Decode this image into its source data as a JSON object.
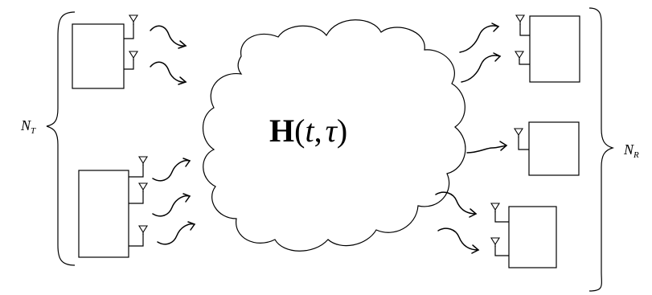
{
  "labels": {
    "transmit_count": {
      "base": "N",
      "sub": "T"
    },
    "receive_count": {
      "base": "N",
      "sub": "R"
    },
    "channel": {
      "matrix_symbol": "H",
      "open_paren": "(",
      "time_var": "t",
      "comma": ",",
      "delay_var": "τ",
      "close_paren": ")"
    }
  },
  "transmitters": [
    {
      "antennas": 2
    },
    {
      "antennas": 3
    }
  ],
  "receivers": [
    {
      "antennas": 2
    },
    {
      "antennas": 1
    },
    {
      "antennas": 2
    }
  ]
}
